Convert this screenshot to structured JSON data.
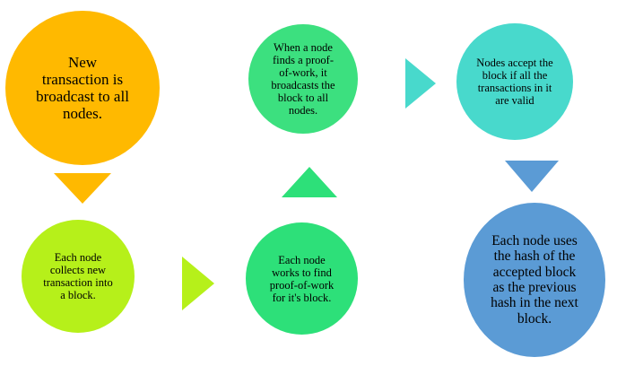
{
  "steps": [
    {
      "text": "New transaction is broadcast to all nodes.",
      "color": "#FFB900"
    },
    {
      "text": "Each node collects new transaction into a block.",
      "color": "#B6F01A"
    },
    {
      "text": "Each node works to find proof-of-work for it's block.",
      "color": "#2DE079"
    },
    {
      "text": "When a node finds a proof-of-work, it broadcasts the block to all nodes.",
      "color": "#3CE07F"
    },
    {
      "text": "Nodes accept the block if all the transactions in it are valid",
      "color": "#48D9CC"
    },
    {
      "text": "Each node uses the hash of the accepted block as the previous hash in the next block.",
      "color": "#5B9BD5"
    }
  ],
  "arrows": [
    {
      "icon": "triangle-down-icon",
      "color": "#FFB900"
    },
    {
      "icon": "triangle-right-icon",
      "color": "#B6F01A"
    },
    {
      "icon": "triangle-up-icon",
      "color": "#2DE079"
    },
    {
      "icon": "triangle-right-icon",
      "color": "#48D9CC"
    },
    {
      "icon": "triangle-down-icon",
      "color": "#5B9BD5"
    }
  ]
}
